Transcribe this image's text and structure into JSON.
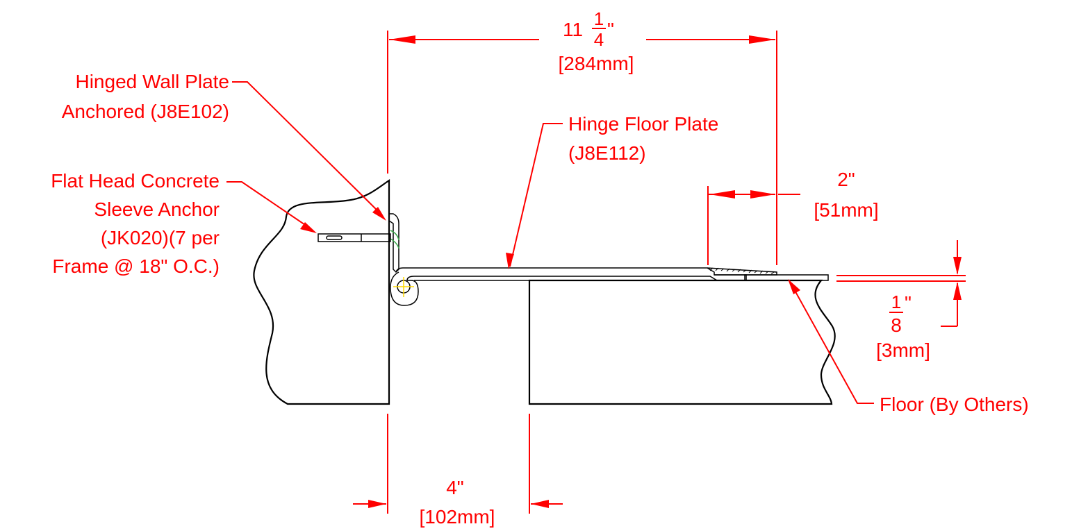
{
  "colors": {
    "annotation": "#ff0000",
    "concrete_fill": "#e8f7fa",
    "speckle": "#5cb8d4",
    "plate_fill": "#8fd0e2",
    "outline": "#000000",
    "hinge_marker": "#ffd800"
  },
  "dimensions": {
    "overall": {
      "whole": "11",
      "num": "1",
      "den": "4",
      "inch": "\"",
      "metric": "[284mm]"
    },
    "plate_end": {
      "text": "2\"",
      "metric": "[51mm]"
    },
    "thickness": {
      "num": "1",
      "den": "8",
      "inch": "\"",
      "metric": "[3mm]"
    },
    "gap": {
      "text": "4\"",
      "metric": "[102mm]"
    }
  },
  "callouts": {
    "wall_plate": [
      "Hinged Wall Plate",
      "Anchored (J8E102)"
    ],
    "anchor": [
      "Flat Head Concrete",
      "Sleeve Anchor",
      "(JK020)(7 per",
      "Frame @ 18\" O.C.)"
    ],
    "floor_plate": [
      "Hinge Floor Plate",
      "(J8E112)"
    ],
    "floor": [
      "Floor (By Others)"
    ]
  }
}
